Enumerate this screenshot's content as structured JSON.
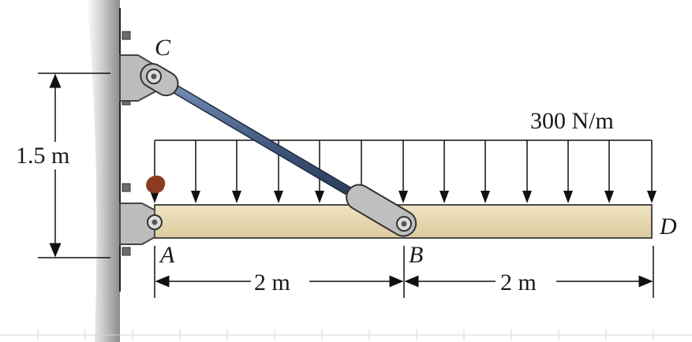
{
  "diagram": {
    "points": {
      "A": "A",
      "B": "B",
      "C": "C",
      "D": "D"
    },
    "load_label": "300 N/m",
    "height_dimension": "1.5 m",
    "span_AB": "2 m",
    "span_BD": "2 m"
  },
  "colors": {
    "beam": "#e8d9b2",
    "beam_edge": "#4a4a4a",
    "wall": "#bdbdbd",
    "rod": "#3d5478",
    "bracket": "#b8b8b8",
    "pin_marker": "#8b3b1f"
  }
}
